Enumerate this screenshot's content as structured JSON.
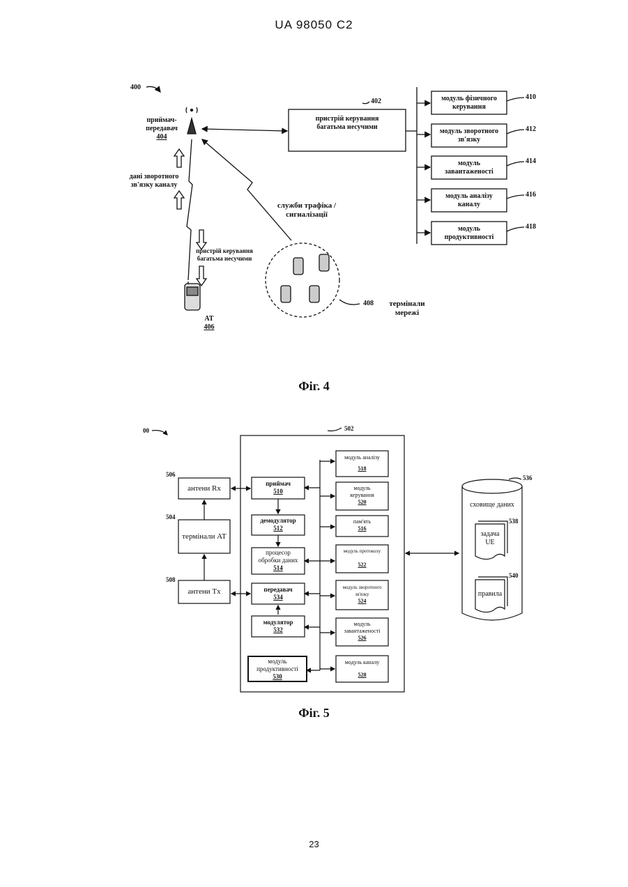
{
  "header": {
    "doc_id": "UA   98050   C2"
  },
  "page_number": "23",
  "fig4": {
    "caption": "Фіг. 4",
    "ref_400": "400",
    "transceiver": {
      "line1": "приймач-",
      "line2": "передавач",
      "ref": "404"
    },
    "controller": {
      "ref": "402",
      "line1": "пристрій керування",
      "line2": "багатьма несучими"
    },
    "modules": [
      {
        "line1": "модуль фізичного",
        "line2": "керування",
        "ref": "410"
      },
      {
        "line1": "модуль зворотного",
        "line2": "зв'язку",
        "ref": "412"
      },
      {
        "line1": "модуль",
        "line2": "завантаженості",
        "ref": "414"
      },
      {
        "line1": "модуль аналізу",
        "line2": "каналу",
        "ref": "416"
      },
      {
        "line1": "модуль",
        "line2": "продуктивності",
        "ref": "418"
      }
    ],
    "feedback_label": {
      "line1": "дані зворотного",
      "line2": "зв'язку каналу"
    },
    "traffic_label": {
      "line1": "служби трафіка /",
      "line2": "сигналізації"
    },
    "mc_label": {
      "line1": "пристрій керування",
      "line2": "багатьма несучими"
    },
    "at": {
      "label": "AT",
      "ref": "406"
    },
    "network": {
      "ref": "408",
      "line1": "термінали",
      "line2": "мережі"
    }
  },
  "fig5": {
    "caption": "Фіг. 5",
    "ref_500": "00",
    "outer_ref": "502",
    "left_blocks": [
      {
        "label": "антени Rx",
        "ref": "506"
      },
      {
        "label": "термінали AT",
        "ref": "504"
      },
      {
        "label": "антени Tx",
        "ref": "508"
      }
    ],
    "center_blocks": [
      {
        "line1": "приймач",
        "line2": "",
        "ref": "510"
      },
      {
        "line1": "демодулятор",
        "line2": "",
        "ref": "512"
      },
      {
        "line1": "процесор",
        "line2": "обробки даних",
        "ref": "514"
      },
      {
        "line1": "передавач",
        "line2": "",
        "ref": "534"
      },
      {
        "line1": "модулятор",
        "line2": "",
        "ref": "532"
      },
      {
        "line1": "модуль",
        "line2": "продуктивності",
        "ref": "530"
      }
    ],
    "right_blocks": [
      {
        "line1": "модуль аналізу",
        "line2": "",
        "ref": "518"
      },
      {
        "line1": "модуль",
        "line2": "керування",
        "ref": "520"
      },
      {
        "line1": "пам'ять",
        "line2": "",
        "ref": "516"
      },
      {
        "line1": "модуль протоколу",
        "line2": "",
        "ref": "522"
      },
      {
        "line1": "модуль зворотного",
        "line2": "зв'язку",
        "ref": "524"
      },
      {
        "line1": "модуль",
        "line2": "завантаженості",
        "ref": "526"
      },
      {
        "line1": "модуль каналу",
        "line2": "",
        "ref": "528"
      }
    ],
    "storage": {
      "ref": "536",
      "label": "сховище даних",
      "doc1": {
        "ref": "538",
        "line1": "задача",
        "line2": "UE"
      },
      "doc2": {
        "ref": "540",
        "label": "правила"
      }
    }
  }
}
